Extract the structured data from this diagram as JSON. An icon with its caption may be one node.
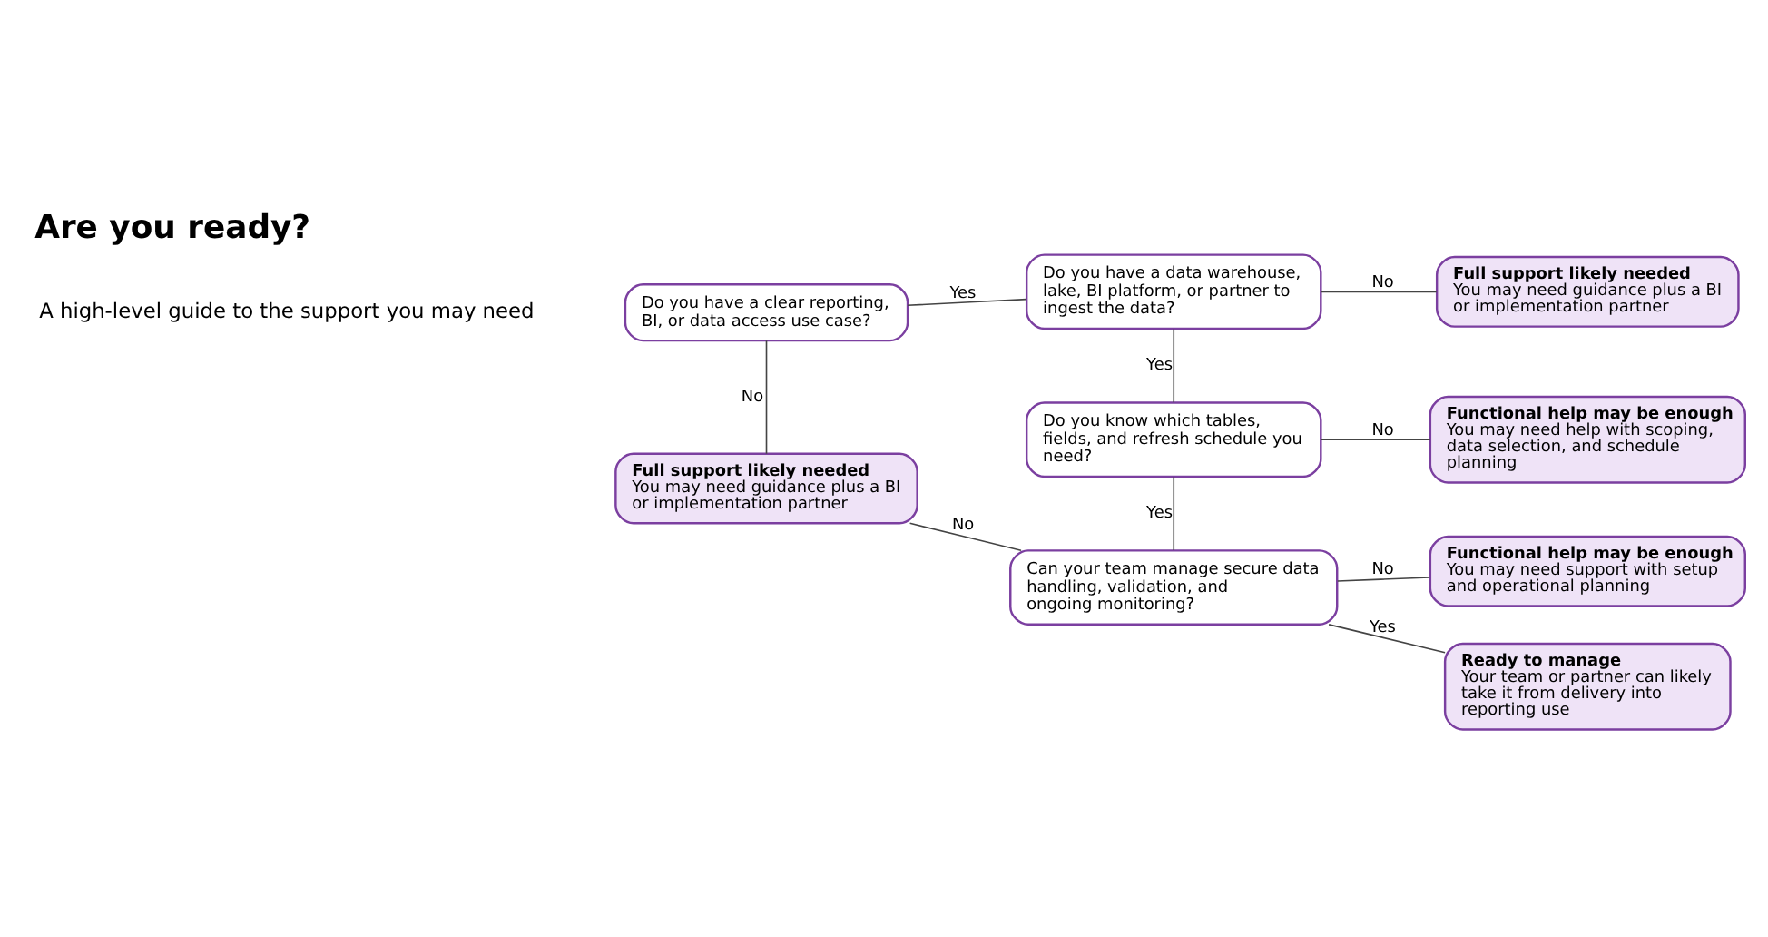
{
  "diagram": {
    "title": "Are you ready?",
    "nodes": [
      {
        "text": [
          "Do you have a clear reporting, BI, or data access use case?"
        ]
      },
      {
        "text": [
          "Do you have a data warehouse, lake, BI platform, or partner to ingest the data?"
        ]
      },
      {
        "text": [
          "Full support likely needed",
          "You may need guidance plus a BI or implementation partner"
        ]
      },
      {
        "text": [
          "Do you know which tables, fields, and refresh schedule you need?"
        ]
      },
      {
        "text": [
          "Functional help may be enough",
          "You may need help with scoping, data selection, and schedule planning"
        ]
      },
      {
        "text": [
          "Functional help may be enough",
          "You may need support with setup and operational planning"
        ]
      },
      {
        "text": [
          "Can your team manage secure data handling, validation, and ongoing monitoring?"
        ]
      },
      {
        "text": [
          "Full support likely needed",
          "You may need guidance plus a BI or implementation partner"
        ]
      },
      {
        "text": [
          "Ready to manage",
          "Your team or partner can likely take it from delivery into reporting use"
        ]
      }
    ],
    "edges": [
      {
        "from": 0,
        "to": 1,
        "arrow": "none",
        "label": "Yes"
      },
      {
        "from": 1,
        "to": 2,
        "arrow": "none",
        "label": "No"
      },
      {
        "from": 1,
        "to": 3,
        "arrow": "none",
        "label": "Yes"
      },
      {
        "from": 3,
        "to": 4,
        "arrow": "none",
        "label": "No"
      },
      {
        "from": 3,
        "to": 6,
        "arrow": "none",
        "label": "Yes"
      },
      {
        "from": 6,
        "to": 5,
        "arrow": "none",
        "label": "No"
      },
      {
        "from": 6,
        "to": 8,
        "arrow": "none",
        "label": "Yes"
      },
      {
        "from": 6,
        "to": 7,
        "arrow": "none",
        "label": "No"
      },
      {
        "from": 0,
        "to": 7,
        "arrow": "none",
        "label": "No"
      }
    ],
    "labels": [
      "A high-level guide to the support you may need"
    ]
  }
}
